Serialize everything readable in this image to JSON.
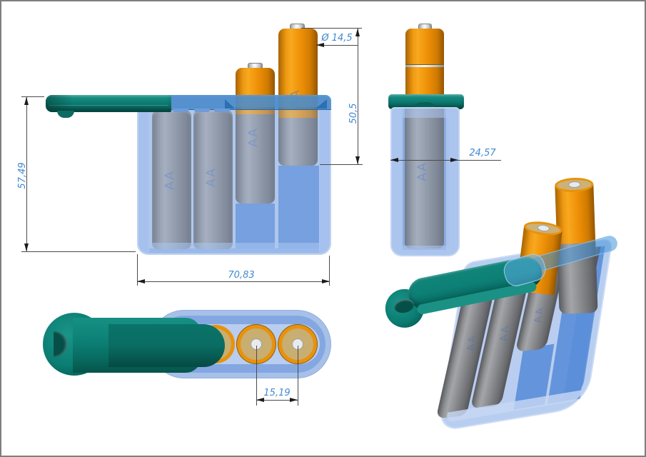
{
  "sheet": {
    "background": "#ffffff",
    "frame_color": "#7e7e7e"
  },
  "palette": {
    "dimension_text_color": "#3f8ad0",
    "dimension_line_color": "#4b4b4b",
    "case_blue": "#a9c2e8",
    "cavity_blue": "#5b8ed8",
    "band_blue": "#2d7ac0",
    "lid_teal": "#0b7f75",
    "battery_gray": "#7e7f82",
    "battery_orange": "#ee8f06",
    "battery_top_tan": "#cdb176",
    "terminal_silver": "#dcdde0"
  },
  "labels": {
    "battery": "AA",
    "diameter": "Ø 14,5",
    "exposed_height": "50,5",
    "case_height": "57,49",
    "case_width": "70,83",
    "case_depth": "24,57",
    "terminal_pitch": "15,19"
  }
}
